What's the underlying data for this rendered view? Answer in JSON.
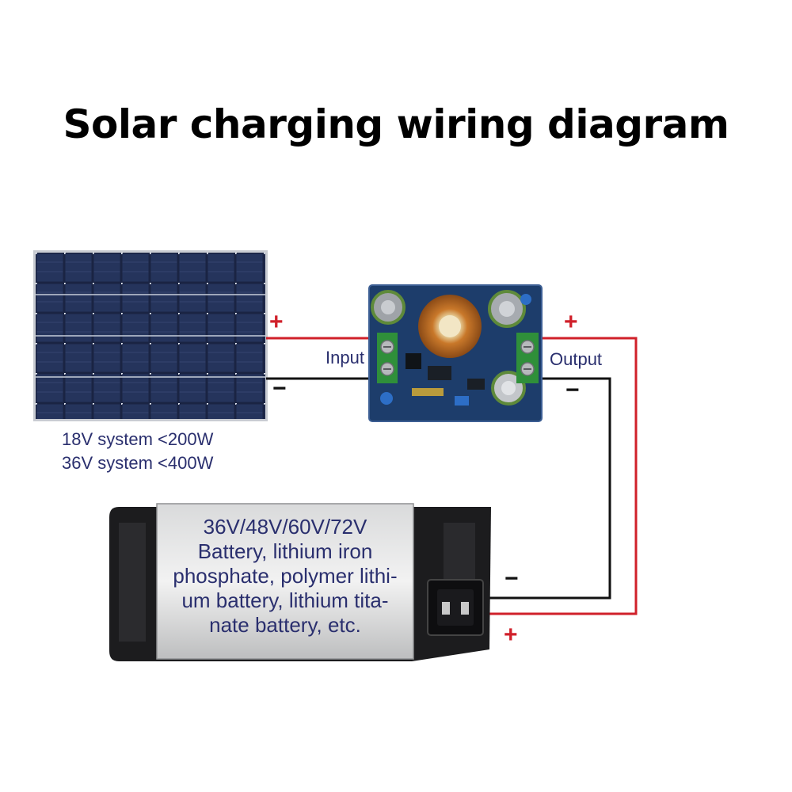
{
  "title": "Solar charging wiring diagram",
  "panel": {
    "spec_line_1": "18V system <200W",
    "spec_line_2": "36V system <400W"
  },
  "controller": {
    "input_label": "Input",
    "output_label": "Output"
  },
  "battery": {
    "line_1": "36V/48V/60V/72V",
    "line_2": "Battery, lithium iron",
    "line_3": "phosphate, polymer lithi-",
    "line_4": "um battery, lithium tita-",
    "line_5": "nate battery, etc."
  },
  "polarity": {
    "plus": "+",
    "minus": "−"
  },
  "colors": {
    "positive_wire": "#d0202a",
    "negative_wire": "#111111",
    "label_text": "#2a2f6e",
    "pcb": "#1d3d6b",
    "terminal": "#2f8f3a",
    "panel_cell": "#1e2a4a"
  }
}
